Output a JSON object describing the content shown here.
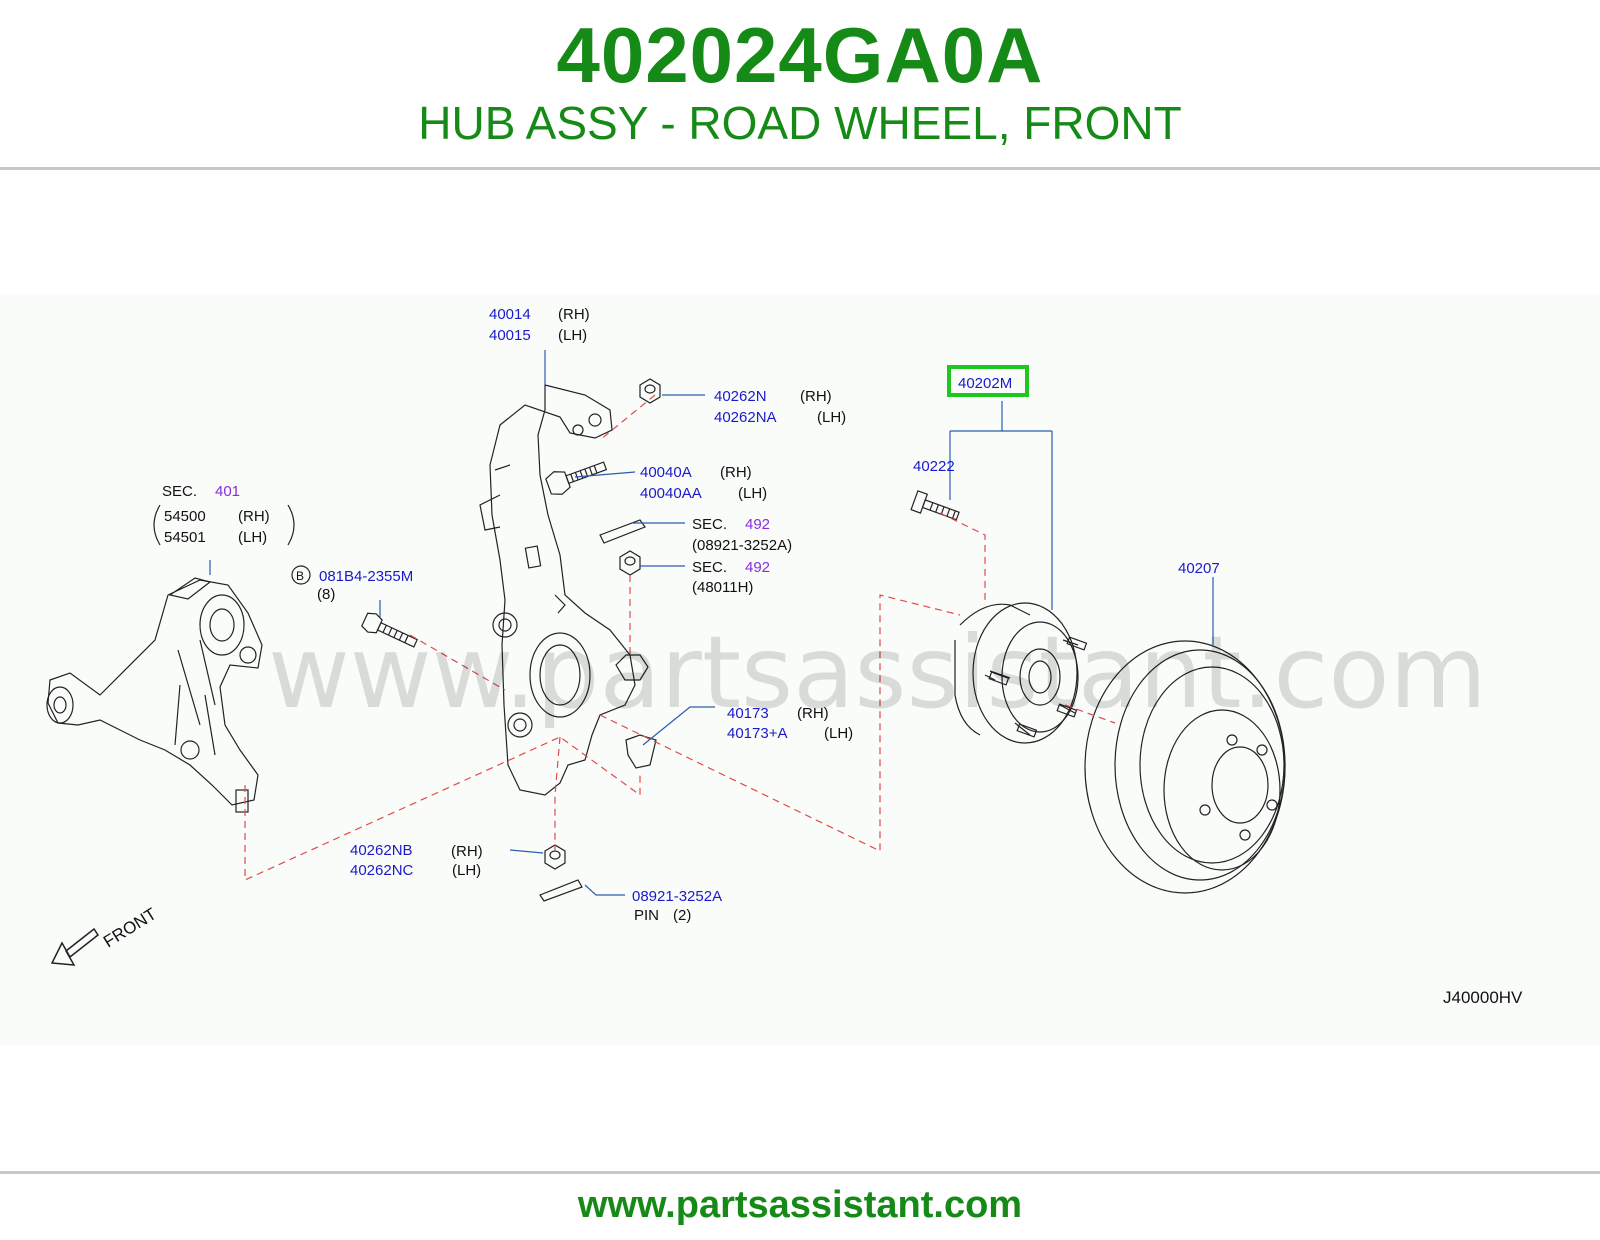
{
  "header": {
    "part_number": "402024GA0A",
    "title": "HUB ASSY - ROAD WHEEL, FRONT"
  },
  "watermark": "www.partsassistant.com",
  "footer": {
    "url": "www.partsassistant.com"
  },
  "diagram": {
    "code": "J40000HV",
    "front_label": "FRONT",
    "highlight_color": "#1ec81e",
    "text_colors": {
      "part": "#1a1acc",
      "section": "#8a2be2",
      "note": "#111111",
      "brand": "#168a16"
    },
    "callouts": {
      "knuckle_rh": "40014",
      "knuckle_rh_side": "(RH)",
      "knuckle_lh": "40015",
      "knuckle_lh_side": "(LH)",
      "nut_top_rh": "40262N",
      "nut_top_rh_side": "(RH)",
      "nut_top_lh": "40262NA",
      "nut_top_lh_side": "(LH)",
      "bolt_rh": "40040A",
      "bolt_rh_side": "(RH)",
      "bolt_lh": "40040AA",
      "bolt_lh_side": "(LH)",
      "sec_label_1": "SEC.",
      "sec_num_1": "492",
      "sec_note_1": "(08921-3252A)",
      "sec_label_2": "SEC.",
      "sec_num_2": "492",
      "sec_note_2": "(48011H)",
      "sec_label_3": "SEC.",
      "sec_num_3": "401",
      "arm_rh": "54500",
      "arm_rh_side": "(RH)",
      "arm_lh": "54501",
      "arm_lh_side": "(LH)",
      "bolt_b_badge": "B",
      "bolt_b": "081B4-2355M",
      "bolt_b_qty": "(8)",
      "hub_assy": "40202M",
      "hub_bolt": "40222",
      "rotor": "40207",
      "seal_rh": "40173",
      "seal_rh_side": "(RH)",
      "seal_lh": "40173+A",
      "seal_lh_side": "(LH)",
      "nut_bottom_rh": "40262NB",
      "nut_bottom_rh_side": "(RH)",
      "nut_bottom_lh": "40262NC",
      "nut_bottom_lh_side": "(LH)",
      "pin": "08921-3252A",
      "pin_label": "PIN",
      "pin_qty": "(2)"
    }
  }
}
